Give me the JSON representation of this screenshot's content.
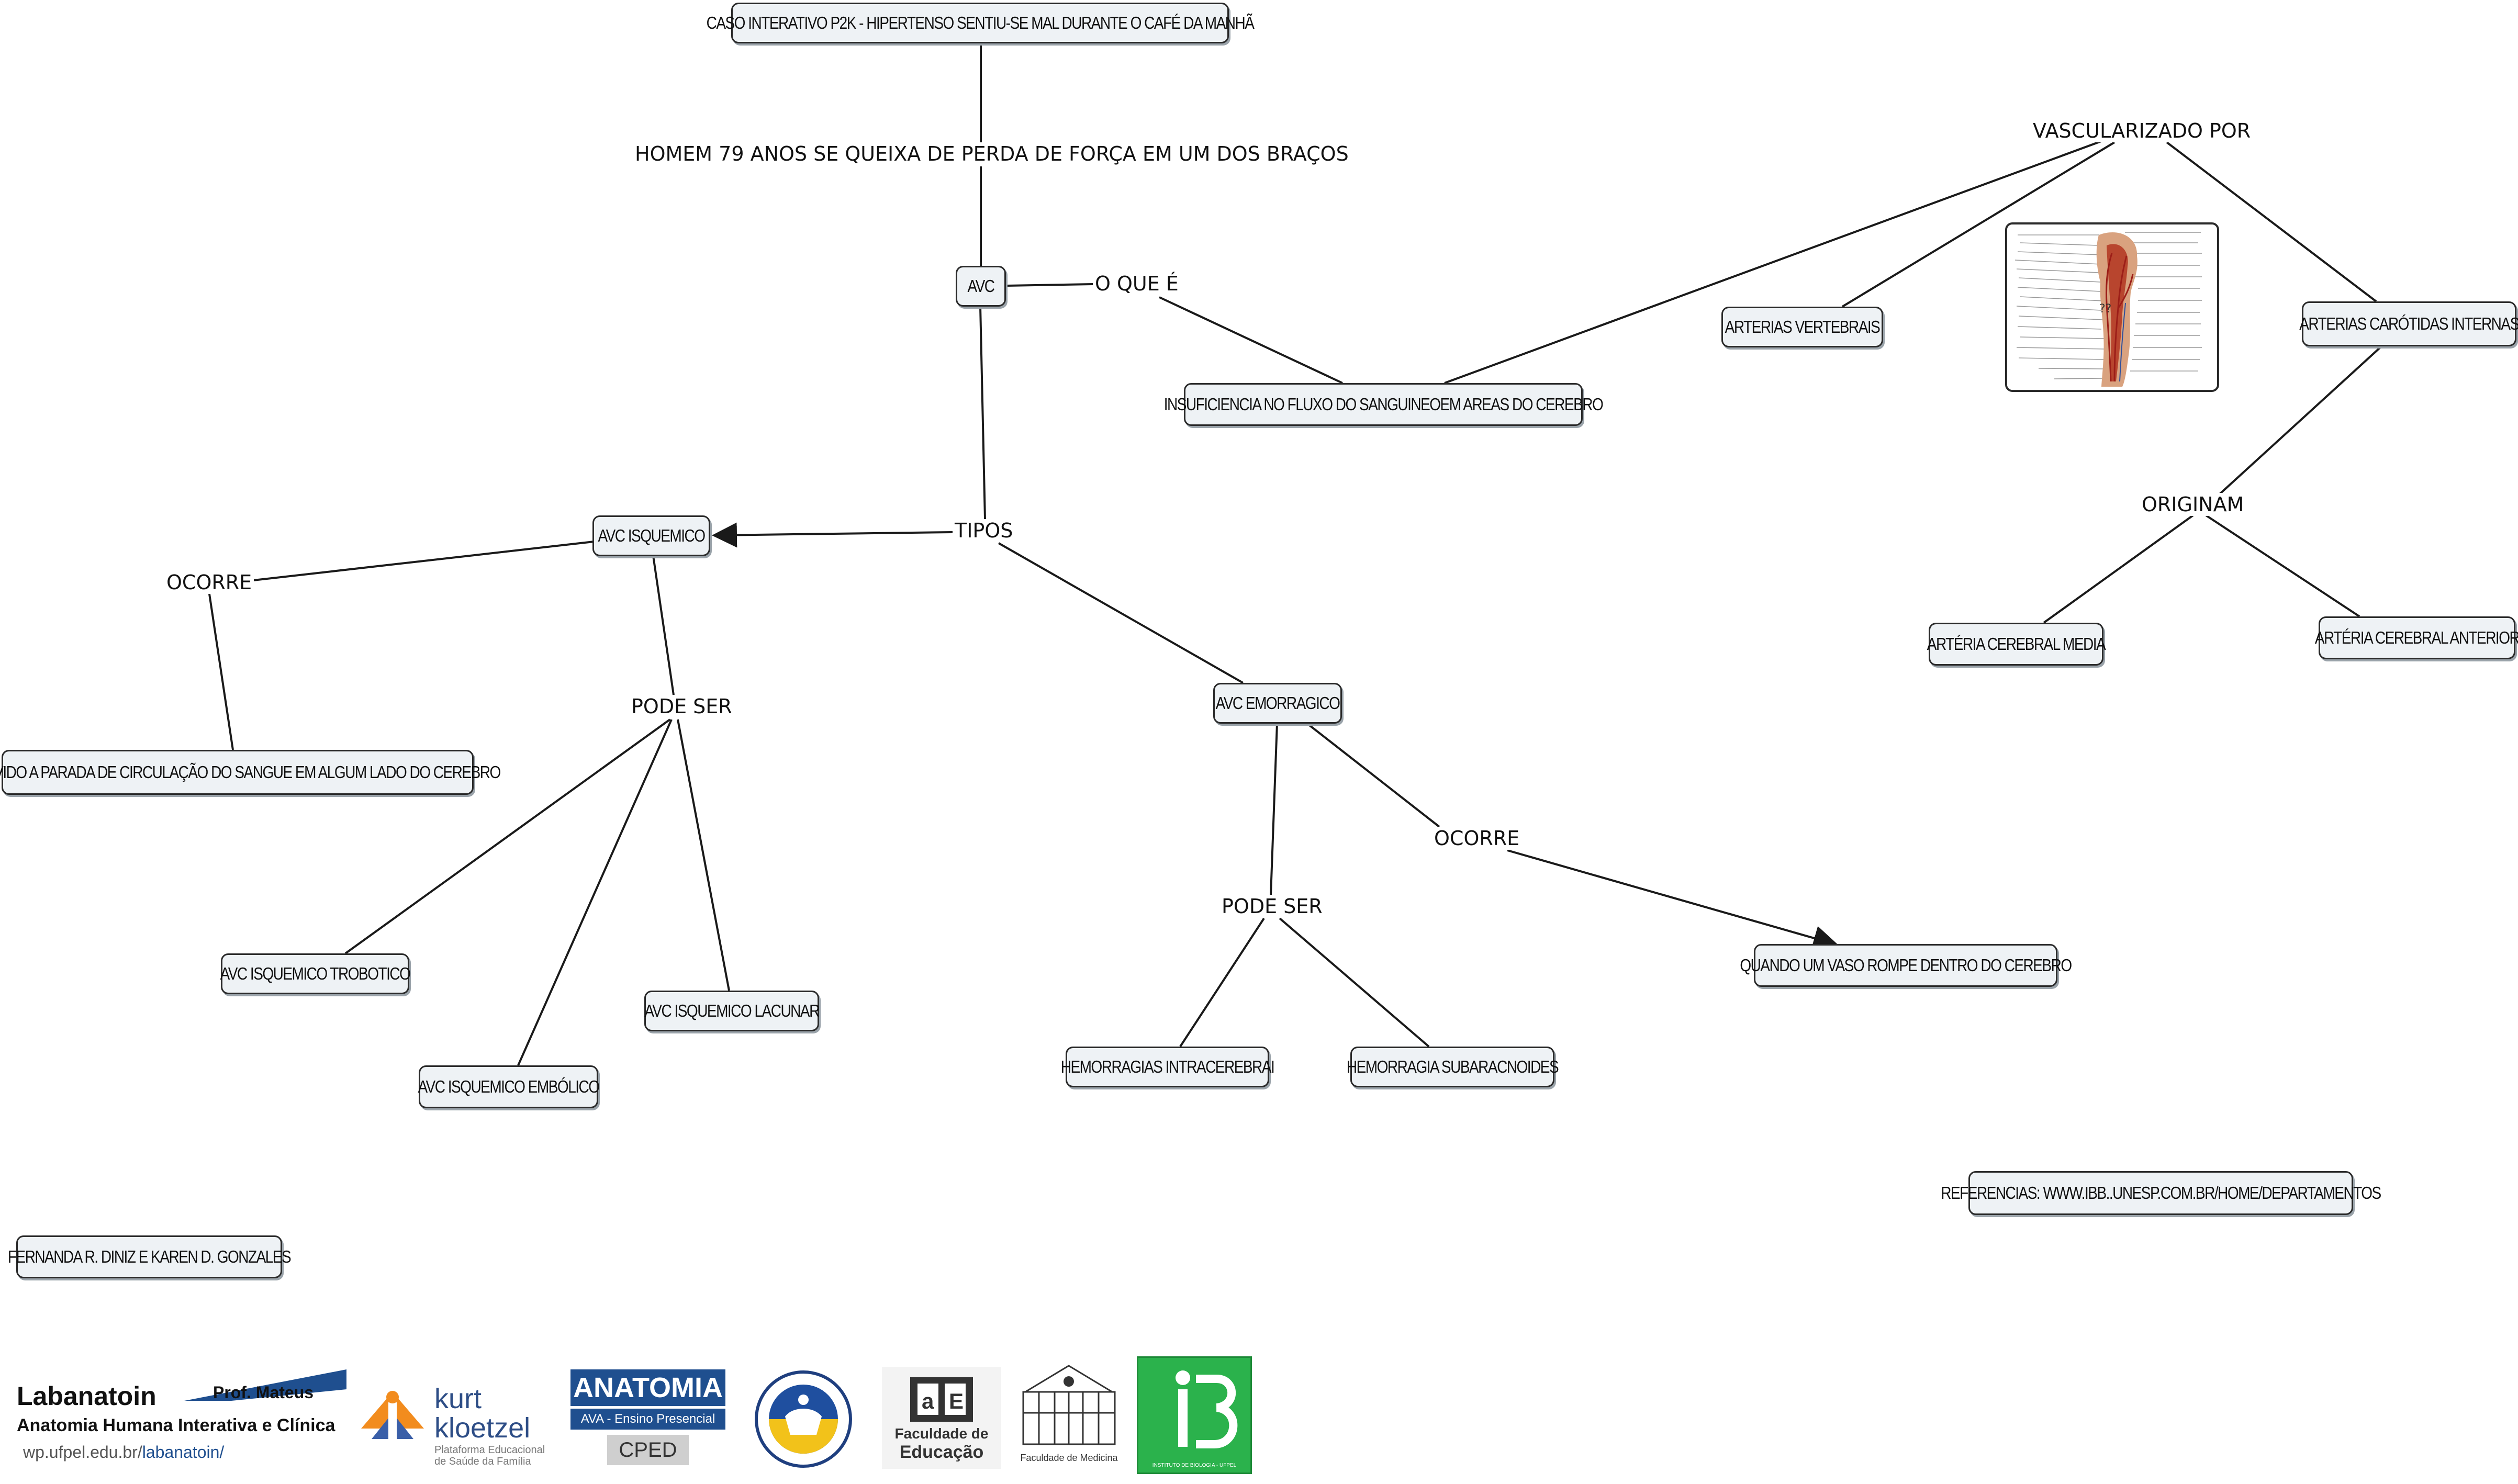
{
  "nodes": {
    "case_title": "CASO INTERATIVO P2K - HIPERTENSO SENTIU-SE MAL DURANTE O CAFÉ DA MANHÃ",
    "avc": "AVC",
    "insuficiencia": "INSUFICIENCIA NO FLUXO DO SANGUINEOEM AREAS DO CEREBRO",
    "arterias_vertebrais": "ARTERIAS VERTEBRAIS",
    "arterias_carotidas": "ARTERIAS CARÓTIDAS INTERNAS",
    "avc_isquemico": "AVC ISQUEMICO",
    "devido_parada": "DEVIDO A PARADA DE CIRCULAÇÃO DO SANGUE EM ALGUM LADO DO CEREBRO",
    "avc_isquemico_trobotico": "AVC ISQUEMICO TROBOTICO",
    "avc_isquemico_lacunar": "AVC ISQUEMICO LACUNAR",
    "avc_isquemico_embolico": "AVC ISQUEMICO EMBÓLICO",
    "avc_emorragico": "AVC EMORRAGICO",
    "quando_vaso_rompe": "QUANDO UM VASO ROMPE DENTRO DO CEREBRO",
    "hemorragias_intracerebrai": "HEMORRAGIAS INTRACEREBRAI",
    "hemorragia_subaracnoides": "HEMORRAGIA SUBARACNOIDES",
    "arteria_cerebral_media": "ARTÉRIA CEREBRAL MEDIA",
    "arteria_cerebral_anterior": "ARTÉRIA CEREBRAL ANTERIOR",
    "referencias": "REFERENCIAS: www.ibb..unesp.com.br/home/departamentos",
    "autores": "FERNANDA R. DINIZ E KAREN D. GONZALES"
  },
  "link_labels": {
    "homem": "HOMEM 79 ANOS SE QUEIXA DE PERDA DE FORÇA EM UM DOS BRAÇOS",
    "o_que_e": "O QUE É",
    "vascularizado_por": "VASCULARIZADO POR",
    "tipos": "TIPOS",
    "ocorre_isquemico": "OCORRE",
    "pode_ser_isquemico": "PODE SER",
    "ocorre_emorragico": "OCORRE",
    "pode_ser_emorragico": "PODE SER",
    "originam": "ORIGINAM"
  },
  "image_caption": "??",
  "logos": {
    "labanatoin_title": "Labanatoin",
    "labanatoin_author": "Prof. Mateus",
    "labanatoin_subtitle": "Anatomia Humana Interativa e Clínica",
    "labanatoin_url_base": "wp.ufpel.edu.br/",
    "labanatoin_url_path": "labanatoin/",
    "kurt_line1": "kurt",
    "kurt_line2": "kloetzel",
    "kurt_sub1": "Plataforma Educacional",
    "kurt_sub2": "de Saúde da Família",
    "anatomia_title": "ANATOMIA",
    "anatomia_sub": "AVA - Ensino Presencial",
    "cped": "CPED",
    "fae_line1": "Faculdade de",
    "fae_line2": "Educação",
    "medicina": "Faculdade de Medicina",
    "ib_caption": "INSTITUTO DE BIOLOGIA - UFPEL"
  },
  "colors": {
    "node_fill": "#eef2f5",
    "node_border": "#2a2a2a",
    "line": "#1a1a1a",
    "anatomia_blue": "#1f4f8f",
    "ib_green": "#2bb24c"
  }
}
